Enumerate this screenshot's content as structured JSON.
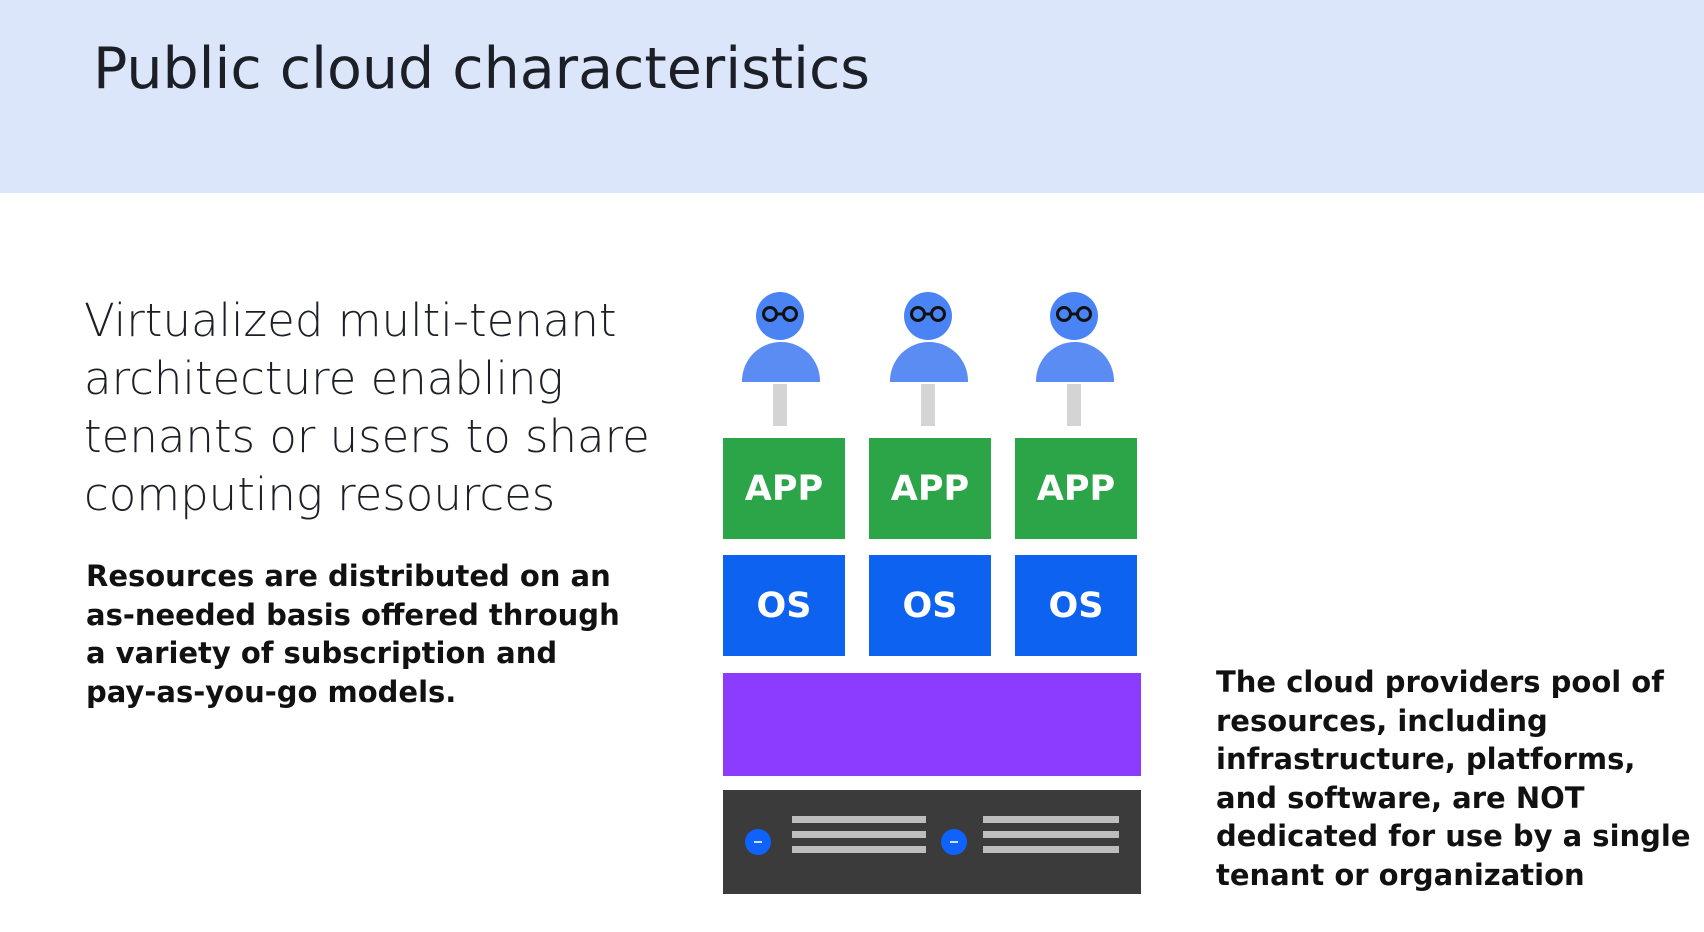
{
  "header": {
    "title": "Public cloud characteristics"
  },
  "subhead": {
    "lines": [
      "Virtualized multi-tenant",
      "architecture enabling",
      "tenants or users to share",
      "computing resources"
    ]
  },
  "left_description": {
    "lines": [
      "Resources are distributed on an",
      "as-needed basis offered through",
      "a variety of subscription and",
      "pay-as-you-go models."
    ]
  },
  "right_description": {
    "lines": [
      "The cloud providers pool of",
      "resources, including",
      "infrastructure, platforms,",
      "and software, are NOT",
      "dedicated for use by a single",
      "tenant or organization"
    ]
  },
  "diagram": {
    "tenants": [
      {
        "app_label": "APP",
        "os_label": "OS"
      },
      {
        "app_label": "APP",
        "os_label": "OS"
      },
      {
        "app_label": "APP",
        "os_label": "OS"
      }
    ],
    "colors": {
      "app": "#2ca548",
      "os": "#0d62f0",
      "hypervisor": "#8c3cff",
      "server": "#3b3b3b",
      "user": "#4a84f4",
      "header_background": "#dce6fb"
    },
    "icons": [
      "user-icon",
      "glasses-icon",
      "server-icon",
      "status-led-icon"
    ]
  }
}
